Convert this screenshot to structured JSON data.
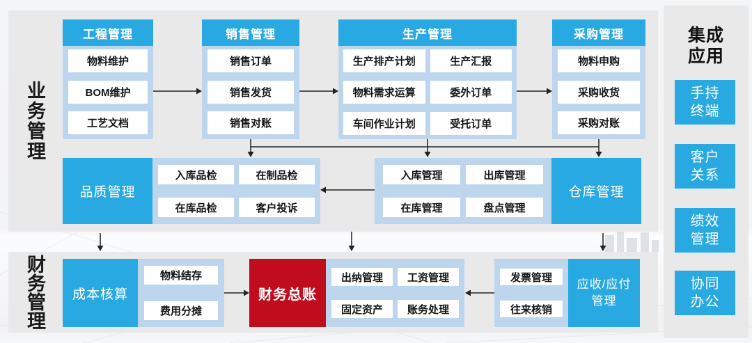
{
  "colors": {
    "accent_blue": "#29a9e1",
    "container_blue": "#bdd6ed",
    "highlight_red": "#c00d1e",
    "panel_grey": "#e9e9ea",
    "arrow_black": "#222222"
  },
  "sections": {
    "business": {
      "label": "业务管理"
    },
    "finance": {
      "label": "财务管理"
    }
  },
  "columns": [
    {
      "header": "工程管理",
      "items": [
        "物料维护",
        "BOM维护",
        "工艺文档"
      ]
    },
    {
      "header": "销售管理",
      "items": [
        "销售订单",
        "销售发货",
        "销售对账"
      ]
    },
    {
      "header": "生产管理",
      "items": [
        "生产排产计划",
        "生产汇报",
        "物料需求运算",
        "委外订单",
        "车间作业计划",
        "受托订单"
      ]
    },
    {
      "header": "采购管理",
      "items": [
        "物料申购",
        "采购收货",
        "采购对账"
      ]
    }
  ],
  "quality": {
    "label": "品质管理",
    "items": [
      "入库品检",
      "在制品检",
      "在库品检",
      "客户投诉"
    ]
  },
  "warehouse": {
    "label": "仓库管理",
    "items": [
      "入库管理",
      "出库管理",
      "在库管理",
      "盘点管理"
    ]
  },
  "cost": {
    "label": "成本核算",
    "items": [
      "物料结存",
      "费用分摊"
    ]
  },
  "general_ledger": {
    "label": "财务总账",
    "items": [
      "出纳管理",
      "工资管理",
      "固定资产",
      "账务处理"
    ]
  },
  "receivable_payable": {
    "label": "应收/应付\n管理",
    "items": [
      "发票管理",
      "往来核销"
    ]
  },
  "integration": {
    "title": "集成\n应用",
    "apps": [
      "手持\n终端",
      "客户\n关系",
      "绩效\n管理",
      "协同\n办公"
    ]
  }
}
